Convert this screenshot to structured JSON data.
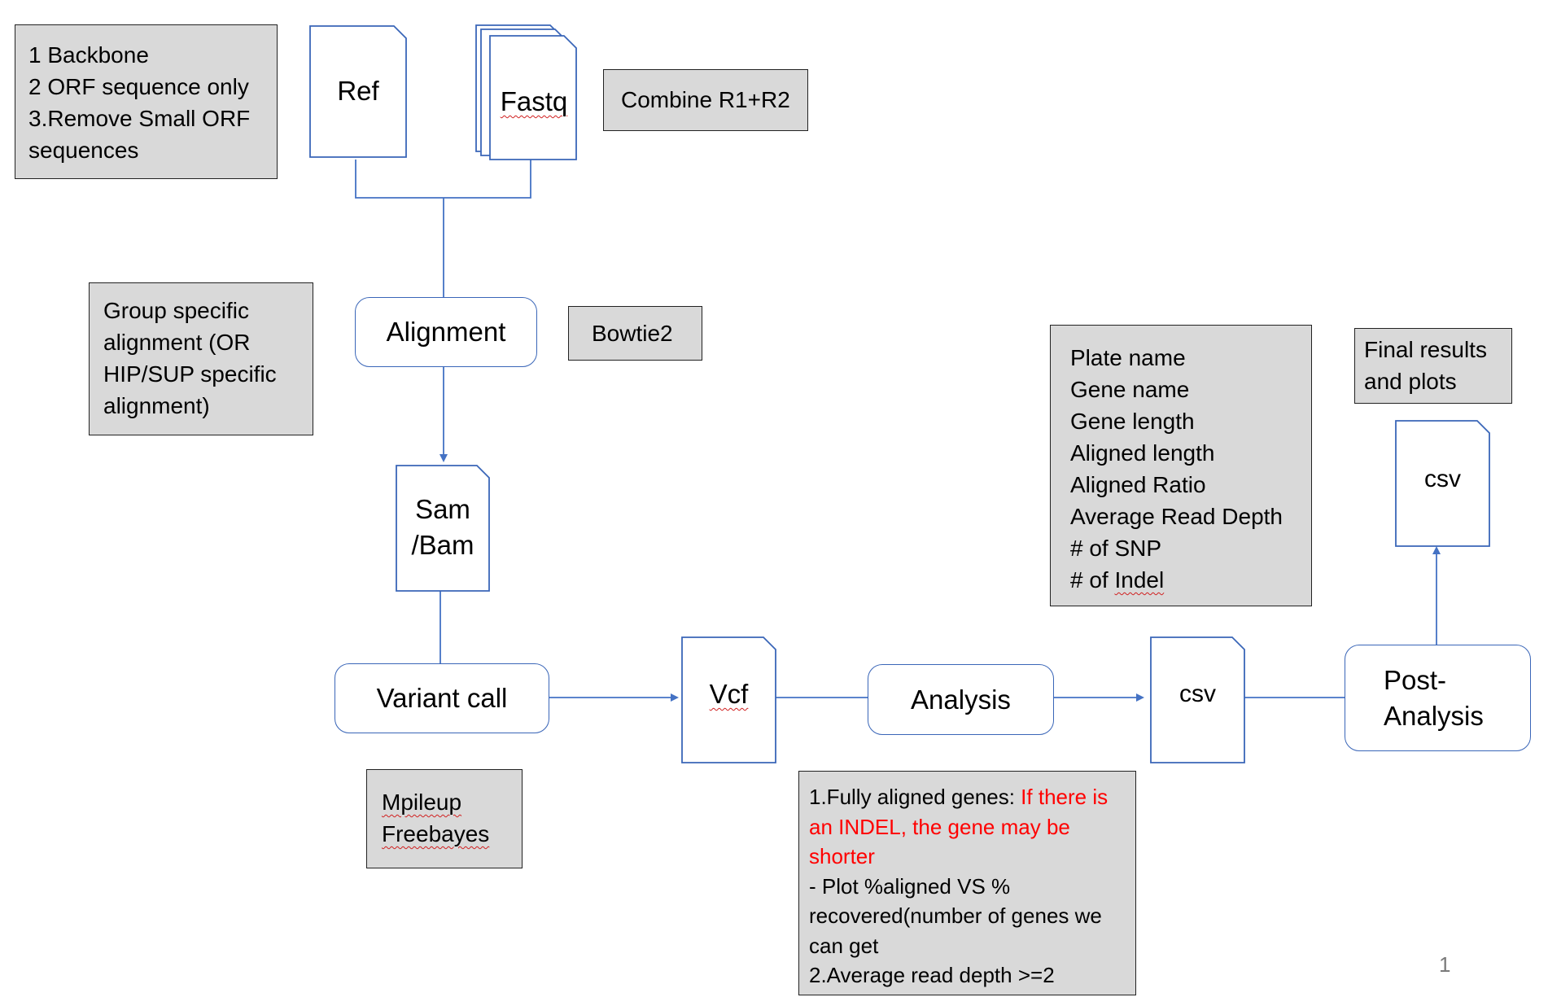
{
  "notes": {
    "reference_options": [
      "1 Backbone",
      "2 ORF sequence only",
      "3.Remove Small ORF",
      "sequences"
    ],
    "combine": "Combine R1+R2",
    "group_alignment": [
      "Group specific",
      "alignment (OR",
      "HIP/SUP specific",
      "alignment)"
    ],
    "bowtie": "Bowtie2",
    "callers": [
      "Mpileup",
      "Freebayes"
    ],
    "csv_fields": [
      "Plate name",
      "Gene name",
      "Gene length",
      "Aligned length",
      "Aligned Ratio",
      "Average Read Depth",
      "# of SNP",
      "# of ",
      "Indel"
    ],
    "final": [
      "Final results",
      "and plots"
    ],
    "analysis_notes": {
      "l1_black": "1.Fully aligned genes: ",
      "l1_red": "If there is",
      "l2_red": "an INDEL, the gene may be",
      "l3_red": "shorter",
      "l4": "- Plot %aligned VS %",
      "l5": "recovered(number of genes we",
      "l6": "can get",
      "l7": "2.Average read depth >=2"
    }
  },
  "documents": {
    "ref": "Ref",
    "fastq": "Fastq",
    "sam_bam": [
      "Sam",
      "/Bam"
    ],
    "vcf": "Vcf",
    "csv_mid": "csv",
    "csv_final": "csv"
  },
  "processes": {
    "alignment": "Alignment",
    "variant_call": "Variant call",
    "analysis": "Analysis",
    "post_analysis": [
      "Post-",
      "Analysis"
    ]
  },
  "page_number": "1",
  "colors": {
    "flow": "#4472c4",
    "note_fill": "#d9d9d9",
    "highlight": "#ff0000"
  }
}
